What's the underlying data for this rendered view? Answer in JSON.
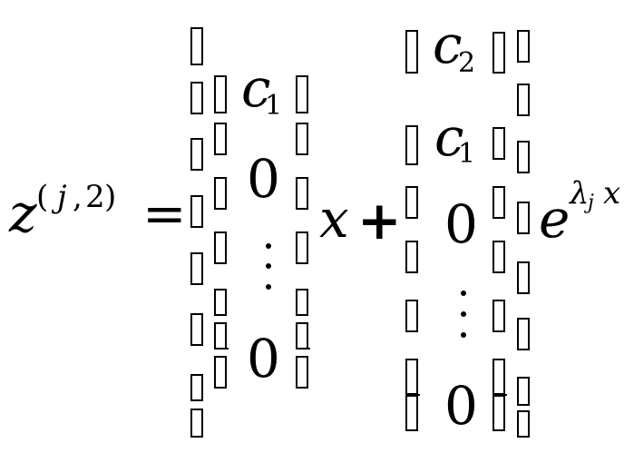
{
  "equation": {
    "lhs": {
      "symbol": "z",
      "superscript_open": "(",
      "superscript_index": "j",
      "superscript_comma": ",",
      "superscript_order": "2",
      "superscript_close": ")"
    },
    "equals": "=",
    "first_vector": {
      "entries": [
        "c",
        "0",
        "⋮",
        "0"
      ],
      "first_entry_subscript": "1"
    },
    "first_factor": "x",
    "plus": "+",
    "second_vector": {
      "entries": [
        "c",
        "c",
        "0",
        "⋮",
        "0"
      ],
      "entry_subscripts": [
        "2",
        "1"
      ]
    },
    "exp_base": "e",
    "exp_lambda": "λ",
    "exp_lambda_subscript": "j",
    "exp_x": "x",
    "missing_glyph": "□"
  }
}
